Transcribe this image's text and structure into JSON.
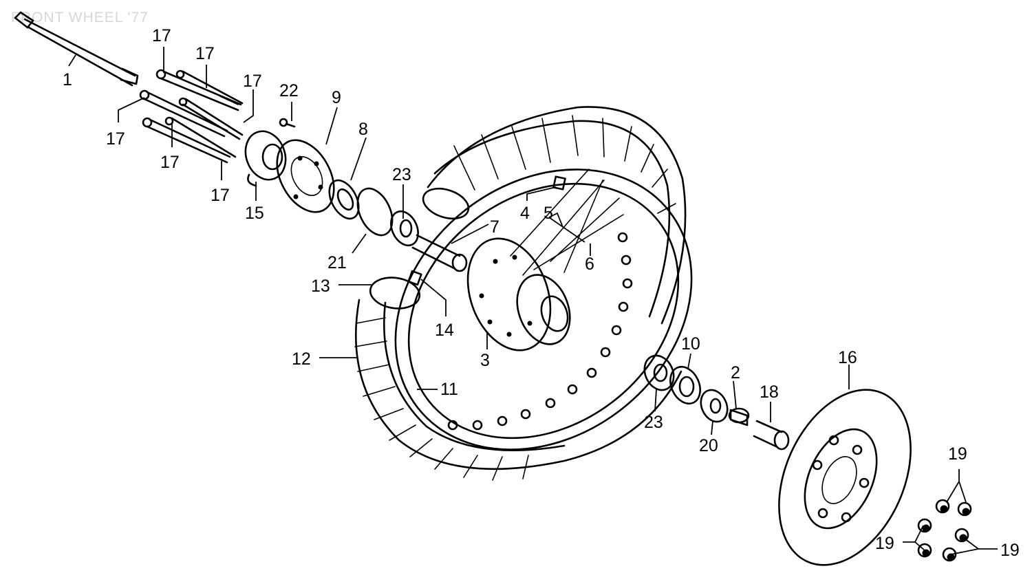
{
  "title": "FRONT WHEEL '77",
  "colors": {
    "ink": "#000000",
    "background": "#ffffff",
    "title": "#d7d7d7"
  },
  "callouts": {
    "c1": "1",
    "c2": "2",
    "c3": "3",
    "c4": "4",
    "c5": "5",
    "c6": "6",
    "c7": "7",
    "c8": "8",
    "c9": "9",
    "c10": "10",
    "c11": "11",
    "c12": "12",
    "c13": "13",
    "c14": "14",
    "c15": "15",
    "c16": "16",
    "c17a": "17",
    "c17b": "17",
    "c17c": "17",
    "c17d": "17",
    "c17e": "17",
    "c17f": "17",
    "c18": "18",
    "c19a": "19",
    "c19b": "19",
    "c19c": "19",
    "c20": "20",
    "c21": "21",
    "c22": "22",
    "c23a": "23",
    "c23b": "23"
  }
}
